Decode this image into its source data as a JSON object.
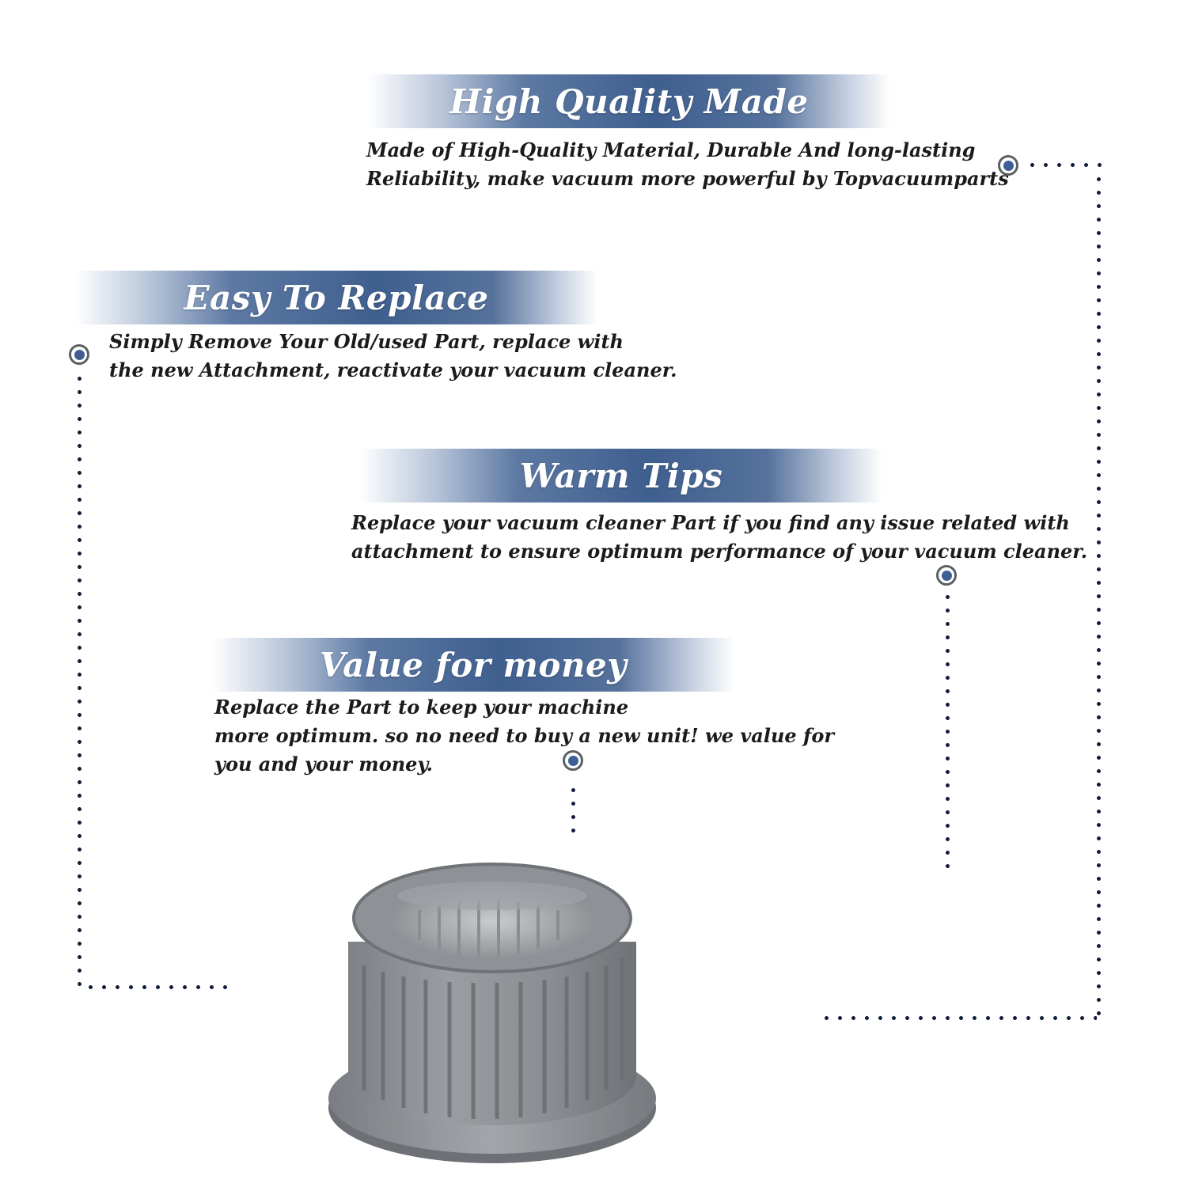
{
  "sections": [
    {
      "title": "High Quality Made",
      "lines": [
        "Made of  High-Quality Material, Durable And long-lasting",
        "Reliability, make vacuum more powerful by Topvacuumparts"
      ]
    },
    {
      "title": "Easy To Replace",
      "lines": [
        "Simply Remove Your Old/used Part, replace with",
        "the new Attachment, reactivate your vacuum cleaner."
      ]
    },
    {
      "title": "Warm Tips",
      "lines": [
        "Replace your vacuum cleaner Part if you find any issue related with",
        " attachment to ensure optimum performance of your vacuum cleaner."
      ]
    },
    {
      "title": "Value for money",
      "lines": [
        "Replace the Part to keep your machine",
        "more optimum. so no need to buy a new unit! we value for",
        "you and your money."
      ]
    }
  ],
  "colors": {
    "banner": "#3f5f8f",
    "bullet": "#3d5f93",
    "dots": "#0f1b3a",
    "product": "#8d9094"
  },
  "product_image": "grey vacuum filter cap"
}
